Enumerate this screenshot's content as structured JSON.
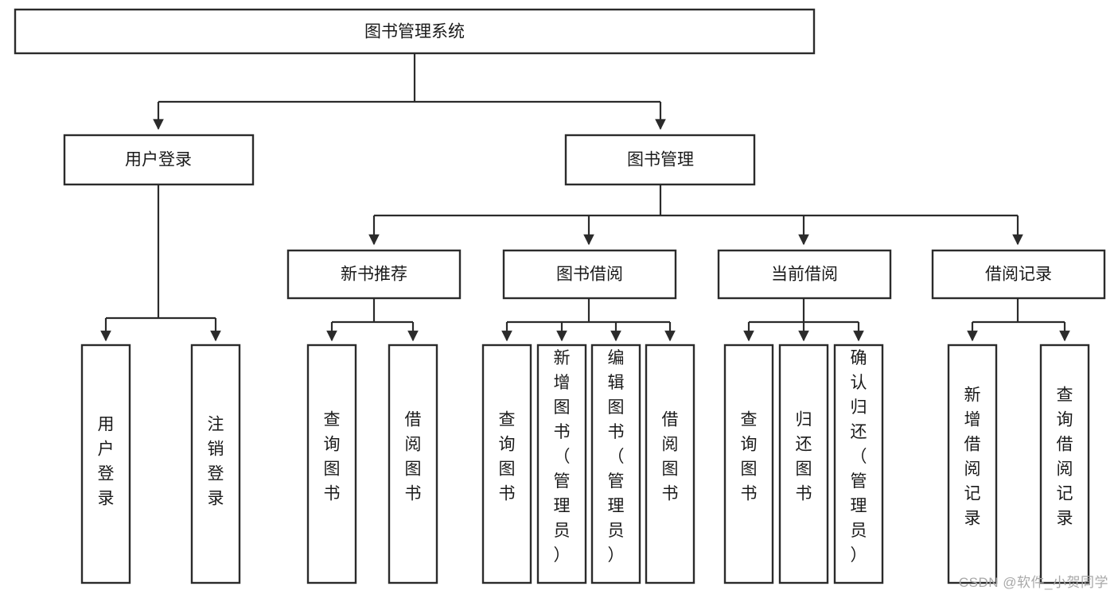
{
  "diagram": {
    "title": "图书管理系统",
    "type": "hierarchy-tree",
    "orientation": "top-down",
    "colors": {
      "box_stroke": "#2b2b2b",
      "box_fill": "#ffffff",
      "connector": "#2b2b2b",
      "text": "#1a1a1a",
      "watermark": "#a8a8a8",
      "background": "#ffffff"
    },
    "root": {
      "label": "图书管理系统"
    },
    "level2": [
      {
        "label": "用户登录"
      },
      {
        "label": "图书管理"
      }
    ],
    "level3": [
      {
        "label": "新书推荐"
      },
      {
        "label": "图书借阅"
      },
      {
        "label": "当前借阅"
      },
      {
        "label": "借阅记录"
      }
    ],
    "leaves": {
      "user_login": [
        {
          "label": "用户登录"
        },
        {
          "label": "注销登录"
        }
      ],
      "new_book_recommend": [
        {
          "label": "查询图书"
        },
        {
          "label": "借阅图书"
        }
      ],
      "book_borrow": [
        {
          "label": "查询图书"
        },
        {
          "label": "新增图书（管理员）"
        },
        {
          "label": "编辑图书（管理员）"
        },
        {
          "label": "借阅图书"
        }
      ],
      "current_borrow": [
        {
          "label": "查询图书"
        },
        {
          "label": "归还图书"
        },
        {
          "label": "确认归还（管理员）"
        }
      ],
      "borrow_record": [
        {
          "label": "新增借阅记录"
        },
        {
          "label": "查询借阅记录"
        }
      ]
    }
  },
  "watermark": {
    "text": "CSDN @软件_小贺同学"
  }
}
